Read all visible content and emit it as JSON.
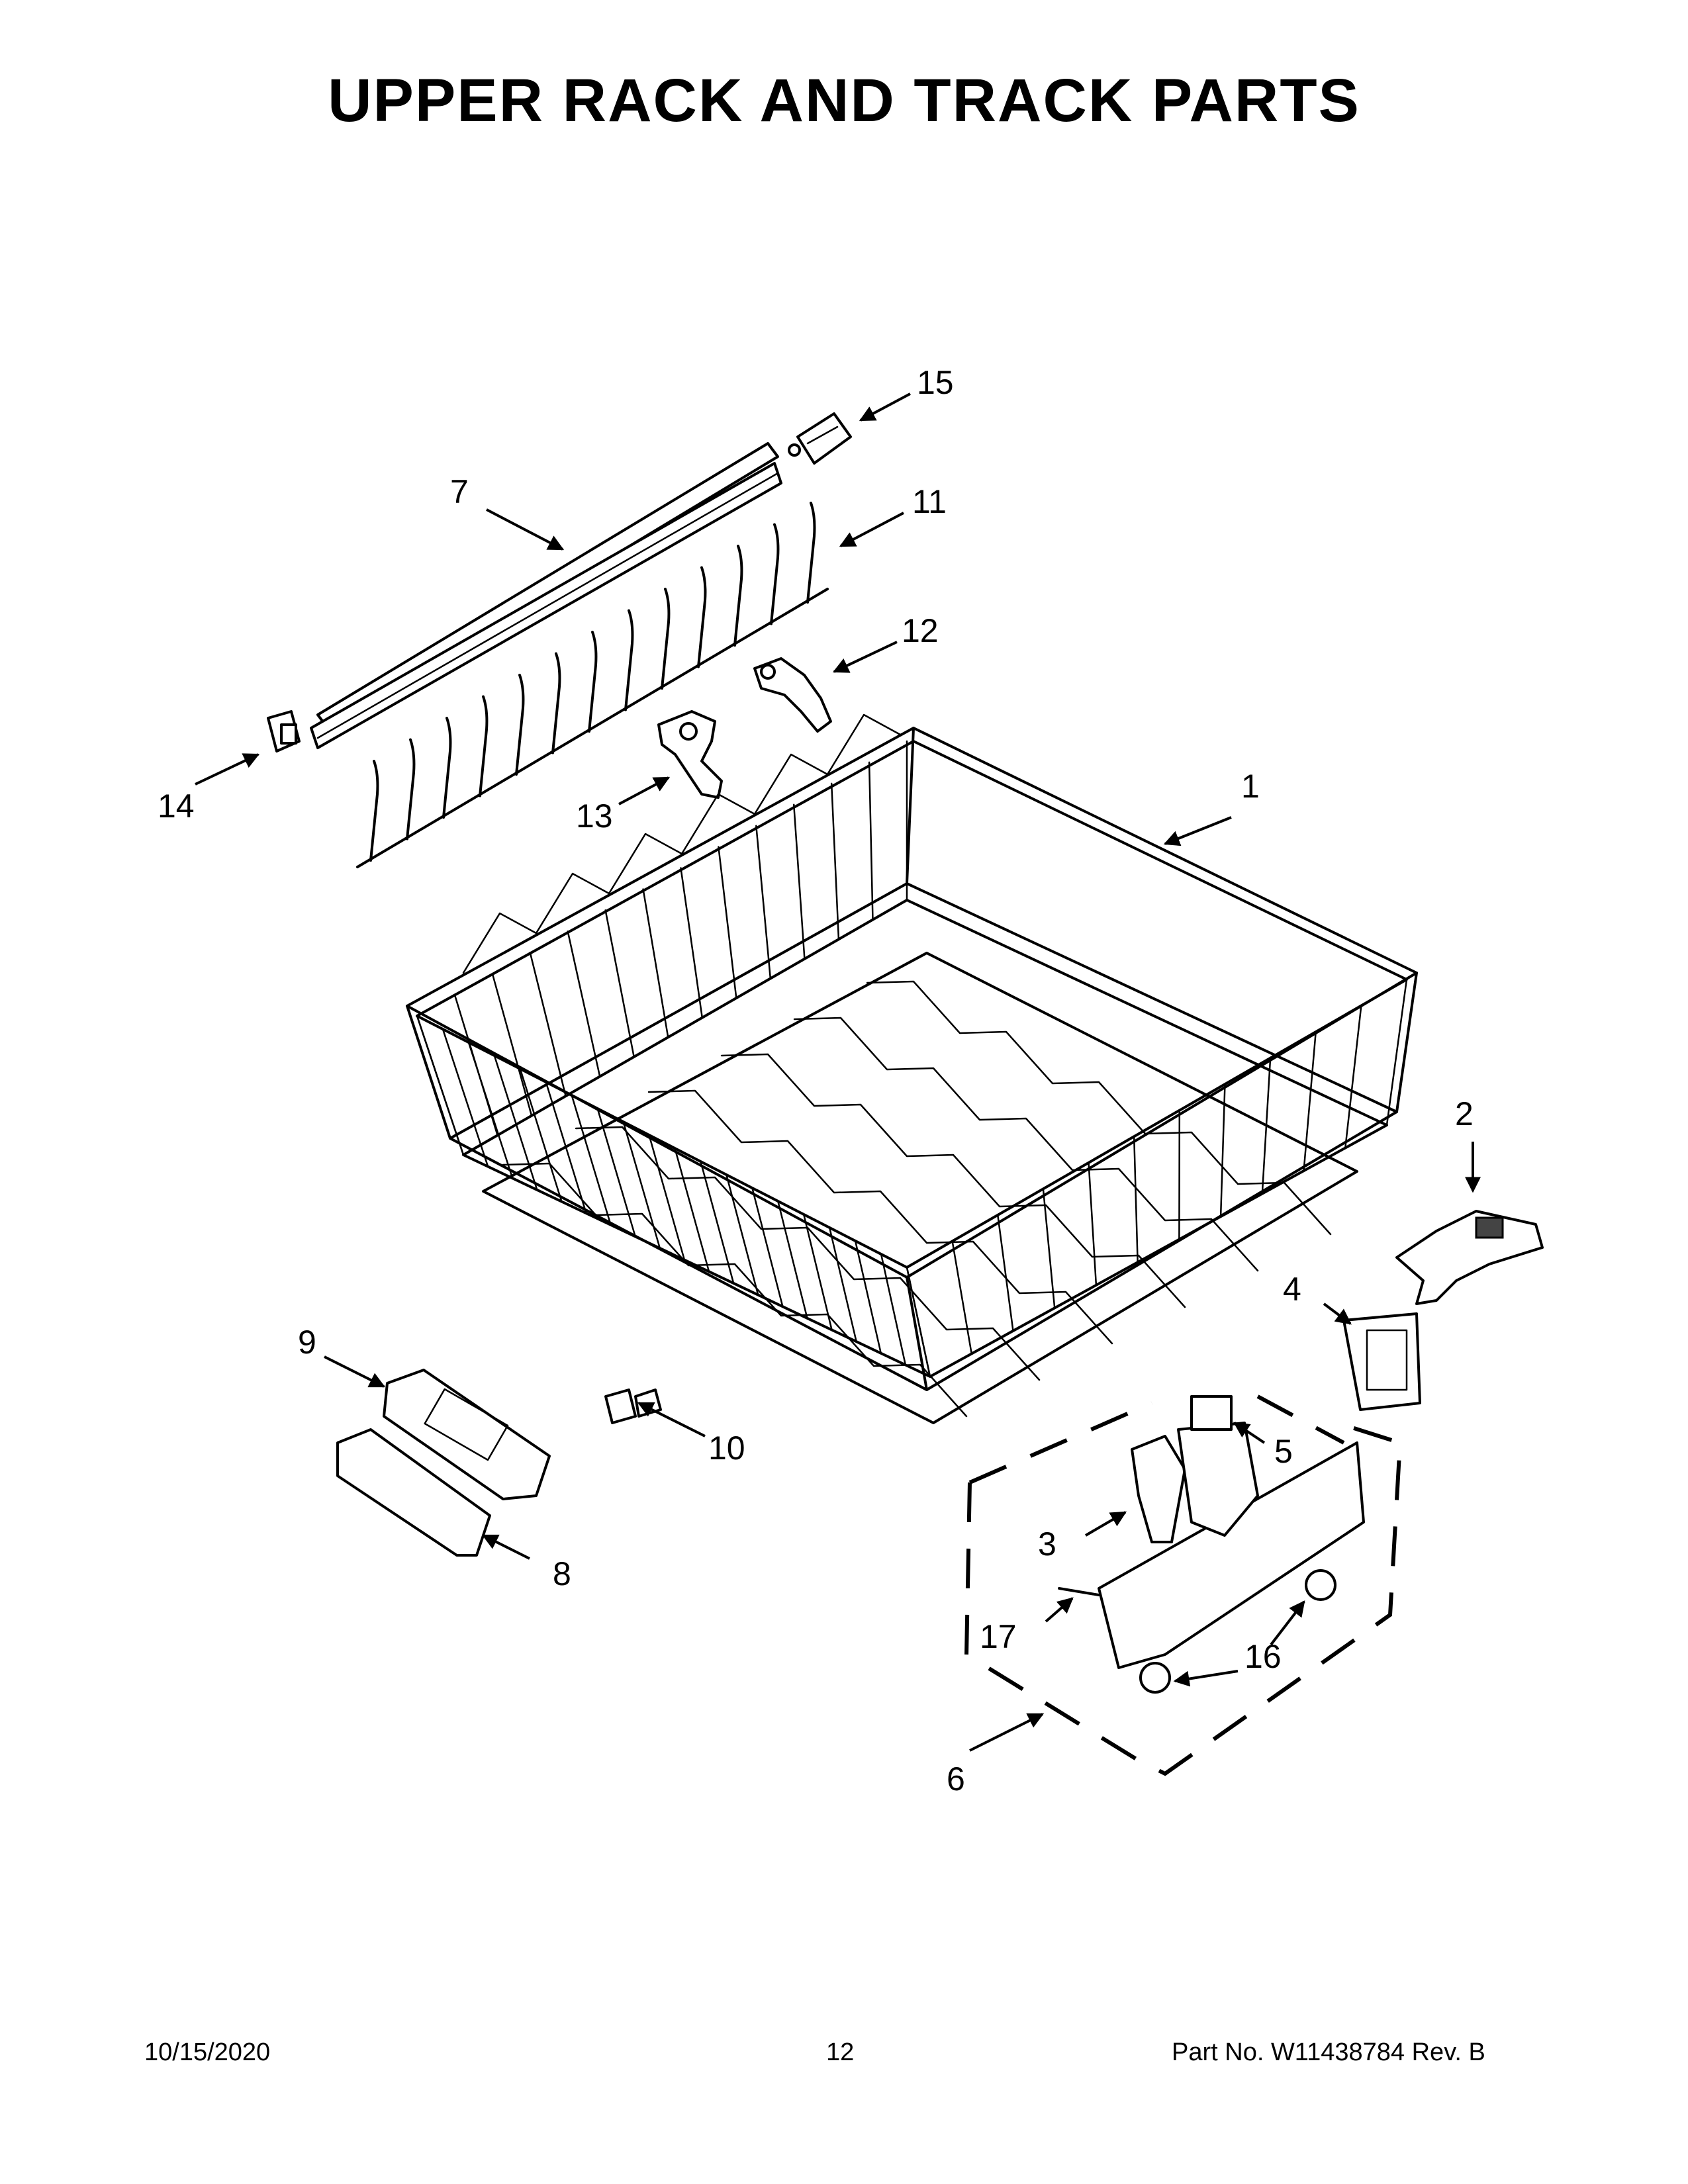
{
  "title": "UPPER RACK AND TRACK PARTS",
  "callouts": [
    {
      "id": "c1",
      "text": "1"
    },
    {
      "id": "c2",
      "text": "2"
    },
    {
      "id": "c3",
      "text": "3"
    },
    {
      "id": "c4",
      "text": "4"
    },
    {
      "id": "c5",
      "text": "5"
    },
    {
      "id": "c6",
      "text": "6"
    },
    {
      "id": "c7",
      "text": "7"
    },
    {
      "id": "c8",
      "text": "8"
    },
    {
      "id": "c9",
      "text": "9"
    },
    {
      "id": "c10",
      "text": "10"
    },
    {
      "id": "c11",
      "text": "11"
    },
    {
      "id": "c12",
      "text": "12"
    },
    {
      "id": "c13",
      "text": "13"
    },
    {
      "id": "c14",
      "text": "14"
    },
    {
      "id": "c15",
      "text": "15"
    },
    {
      "id": "c16",
      "text": "16"
    },
    {
      "id": "c17",
      "text": "17"
    }
  ],
  "footer": {
    "date": "10/15/2020",
    "page": "12",
    "part_no": "Part No.  W11438784  Rev.  B"
  }
}
